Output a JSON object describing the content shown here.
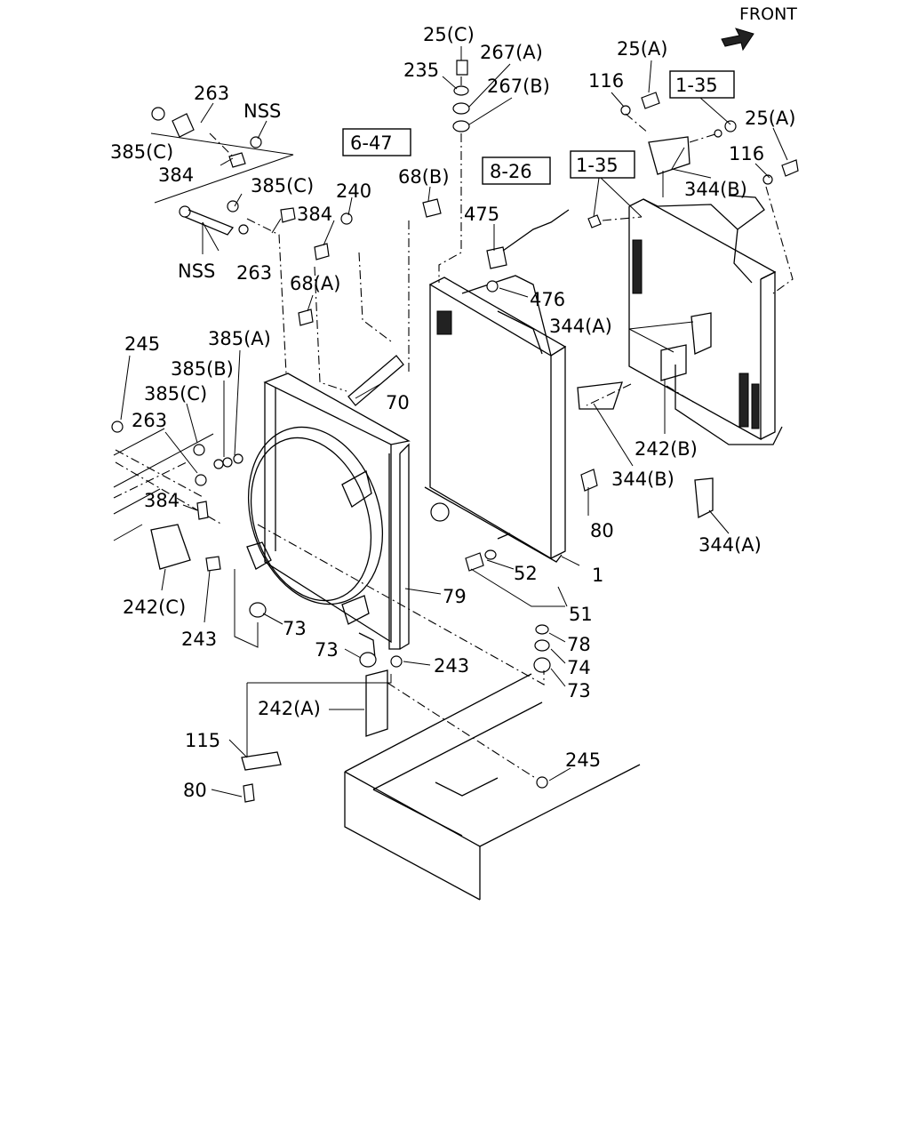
{
  "orientation": {
    "label": "FRONT"
  },
  "boxed_refs": [
    "6-47",
    "8-26",
    "1-35",
    "1-35"
  ],
  "callouts": [
    "25(C)",
    "267(A)",
    "235",
    "267(B)",
    "25(A)",
    "116",
    "25(A)",
    "116",
    "263",
    "NSS",
    "385(C)",
    "384",
    "385(C)",
    "240",
    "68(B)",
    "475",
    "384",
    "NSS",
    "263",
    "68(A)",
    "476",
    "344(B)",
    "344(A)",
    "245",
    "385(A)",
    "385(B)",
    "385(C)",
    "70",
    "263",
    "242(B)",
    "384",
    "344(B)",
    "80",
    "344(A)",
    "52",
    "1",
    "79",
    "242(C)",
    "51",
    "243",
    "73",
    "73",
    "78",
    "74",
    "243",
    "73",
    "242(A)",
    "115",
    "245",
    "80"
  ]
}
